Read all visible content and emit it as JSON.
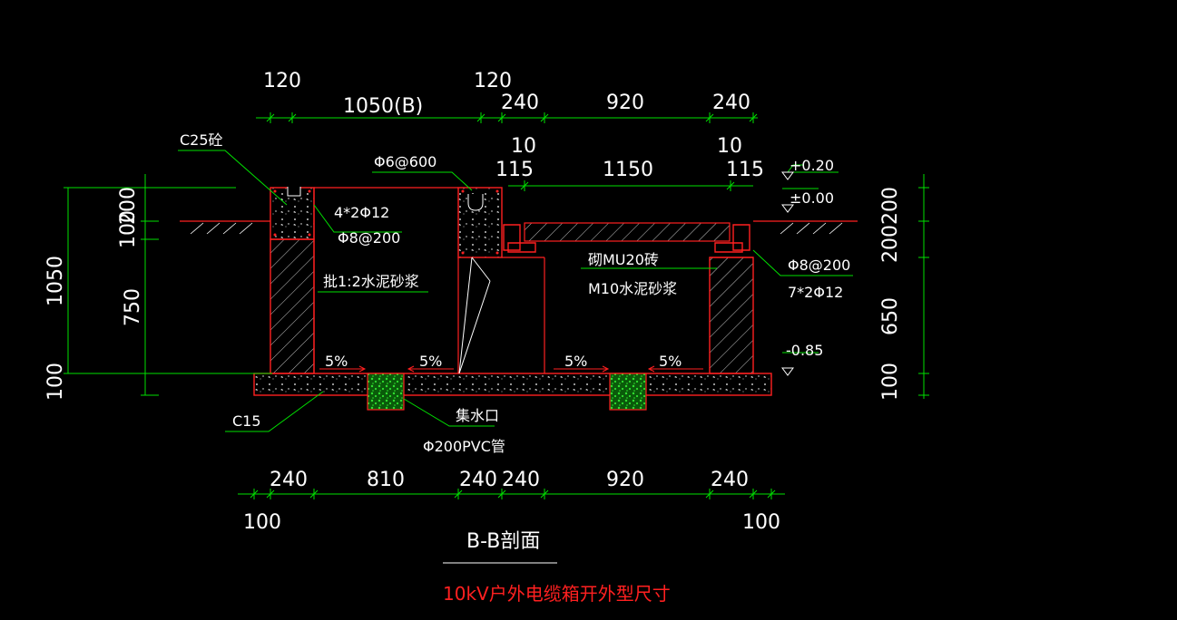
{
  "drawing": {
    "top_dims_row1": [
      "120",
      "1050(B)",
      "120",
      "240",
      "920",
      "240"
    ],
    "top_dims_row2": [
      "10",
      "10",
      "115",
      "1150",
      "115"
    ],
    "bottom_dims": [
      "240",
      "810",
      "240",
      "240",
      "920",
      "240"
    ],
    "bottom_dims_small": [
      "100",
      "100"
    ],
    "left_dims": [
      "1050",
      "200",
      "100",
      "750",
      "100"
    ],
    "right_dims": [
      "200",
      "200",
      "650",
      "100"
    ],
    "elevations": [
      "+0.20",
      "±0.00",
      "-0.85"
    ],
    "slopes": [
      "5%",
      "5%",
      "5%",
      "5%"
    ],
    "labels": {
      "c25": "C25砼",
      "phi6": "Φ6@600",
      "rebar_a": "4*2Φ12",
      "stirrup_a": "Φ8@200",
      "plaster": "批1:2水泥砂浆",
      "brick": "砌MU20砖",
      "mortar": "M10水泥砂浆",
      "stirrup_b": "Φ8@200",
      "rebar_b": "7*2Φ12",
      "c15": "C15",
      "sump": "集水口",
      "pipe": "Φ200PVC管"
    },
    "title": "B-B剖面",
    "subtitle": "10kV户外电缆箱开外型尺寸"
  }
}
